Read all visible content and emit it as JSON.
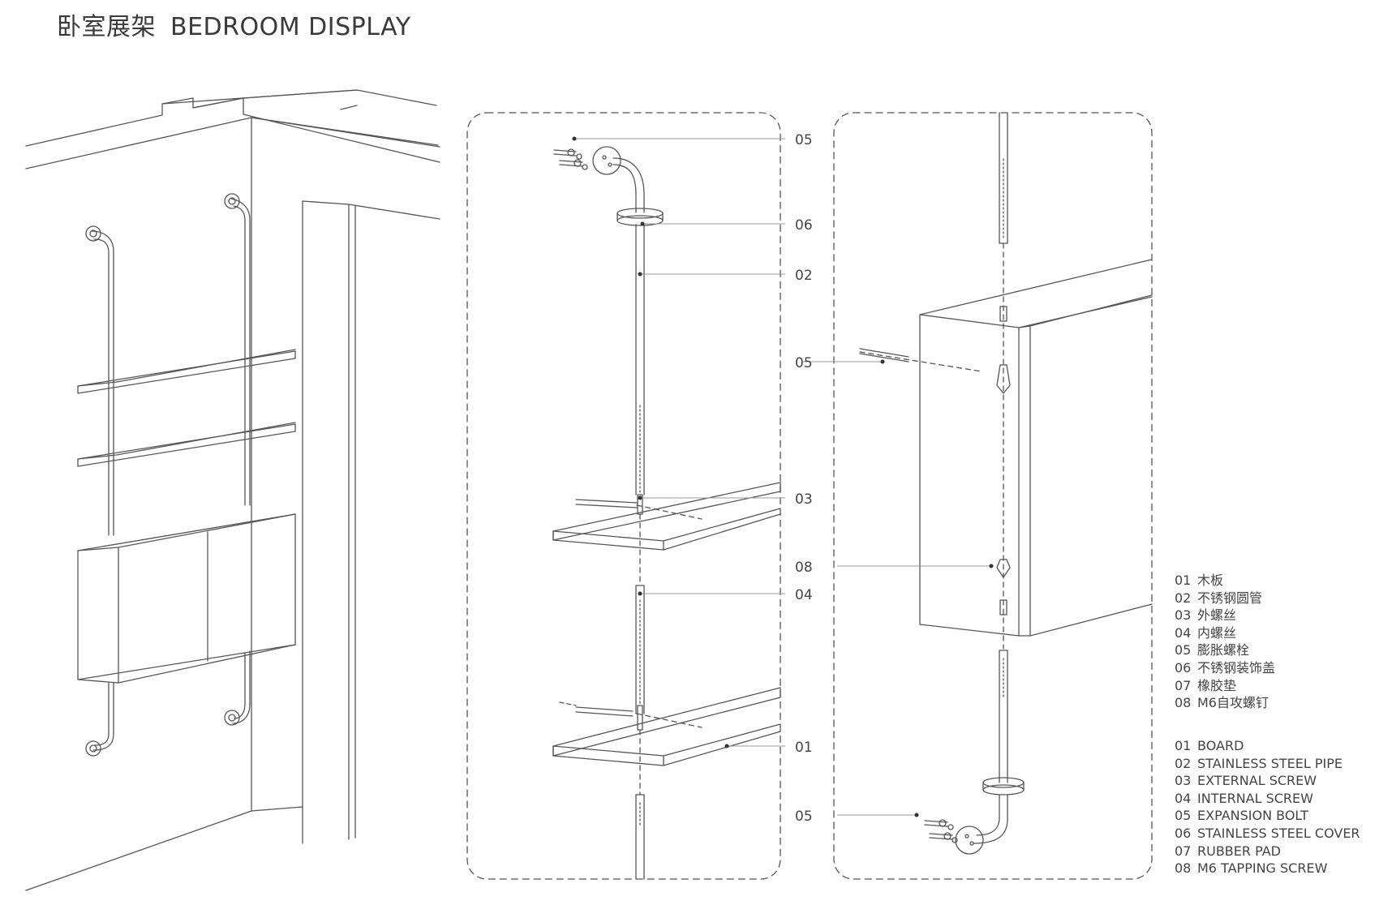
{
  "title": {
    "cn": "卧室展架",
    "en": "BEDROOM DISPLAY"
  },
  "callouts": {
    "mid_05_top": "05",
    "mid_06": "06",
    "mid_02": "02",
    "mid_05_mid": "05",
    "mid_03": "03",
    "mid_08": "08",
    "mid_04": "04",
    "mid_01": "01",
    "mid_05_bottom": "05"
  },
  "legend_cn": [
    {
      "num": "01",
      "label": "木板"
    },
    {
      "num": "02",
      "label": "不锈钢圆管"
    },
    {
      "num": "03",
      "label": "外螺丝"
    },
    {
      "num": "04",
      "label": "内螺丝"
    },
    {
      "num": "05",
      "label": "膨胀螺栓"
    },
    {
      "num": "06",
      "label": "不锈钢装饰盖"
    },
    {
      "num": "07",
      "label": "橡胶垫"
    },
    {
      "num": "08",
      "label": "M6自攻螺钉"
    }
  ],
  "legend_en": [
    {
      "num": "01",
      "label": "BOARD"
    },
    {
      "num": "02",
      "label": "STAINLESS STEEL PIPE"
    },
    {
      "num": "03",
      "label": "EXTERNAL SCREW"
    },
    {
      "num": "04",
      "label": "INTERNAL SCREW"
    },
    {
      "num": "05",
      "label": "EXPANSION BOLT"
    },
    {
      "num": "06",
      "label": "STAINLESS STEEL COVER"
    },
    {
      "num": "07",
      "label": "RUBBER PAD"
    },
    {
      "num": "08",
      "label": "M6 TAPPING SCREW"
    }
  ]
}
